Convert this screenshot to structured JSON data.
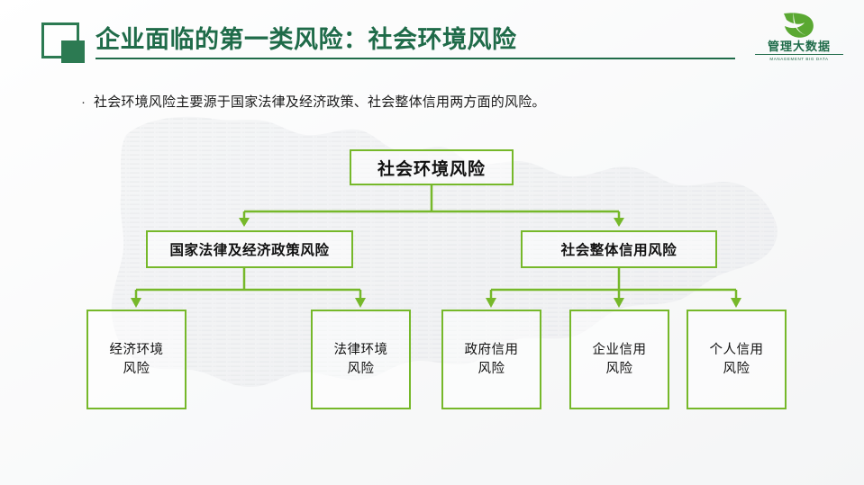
{
  "header": {
    "title": "企业面临的第一类风险：社会环境风险",
    "mark_icon": "square-outline-with-filled-square",
    "accent_color": "#1f6b49"
  },
  "logo": {
    "icon": "leaf-logo",
    "name_cn": "管理大数据",
    "name_en": "MANAGEMENT BIG DATA",
    "color": "#1f6b49"
  },
  "bullet": {
    "marker": "·",
    "text": "社会环境风险主要源于国家法律及经济政策、社会整体信用两方面的风险。"
  },
  "diagram": {
    "type": "tree",
    "border_color": "#76b82a",
    "connector_color": "#76b82a",
    "root": {
      "label": "社会环境风险"
    },
    "branches": [
      {
        "label": "国家法律及经济政策风险",
        "children": [
          {
            "line1": "经济环境",
            "line2": "风险"
          },
          {
            "line1": "法律环境",
            "line2": "风险"
          }
        ]
      },
      {
        "label": "社会整体信用风险",
        "children": [
          {
            "line1": "政府信用",
            "line2": "风险"
          },
          {
            "line1": "企业信用",
            "line2": "风险"
          },
          {
            "line1": "个人信用",
            "line2": "风险"
          }
        ]
      }
    ]
  }
}
